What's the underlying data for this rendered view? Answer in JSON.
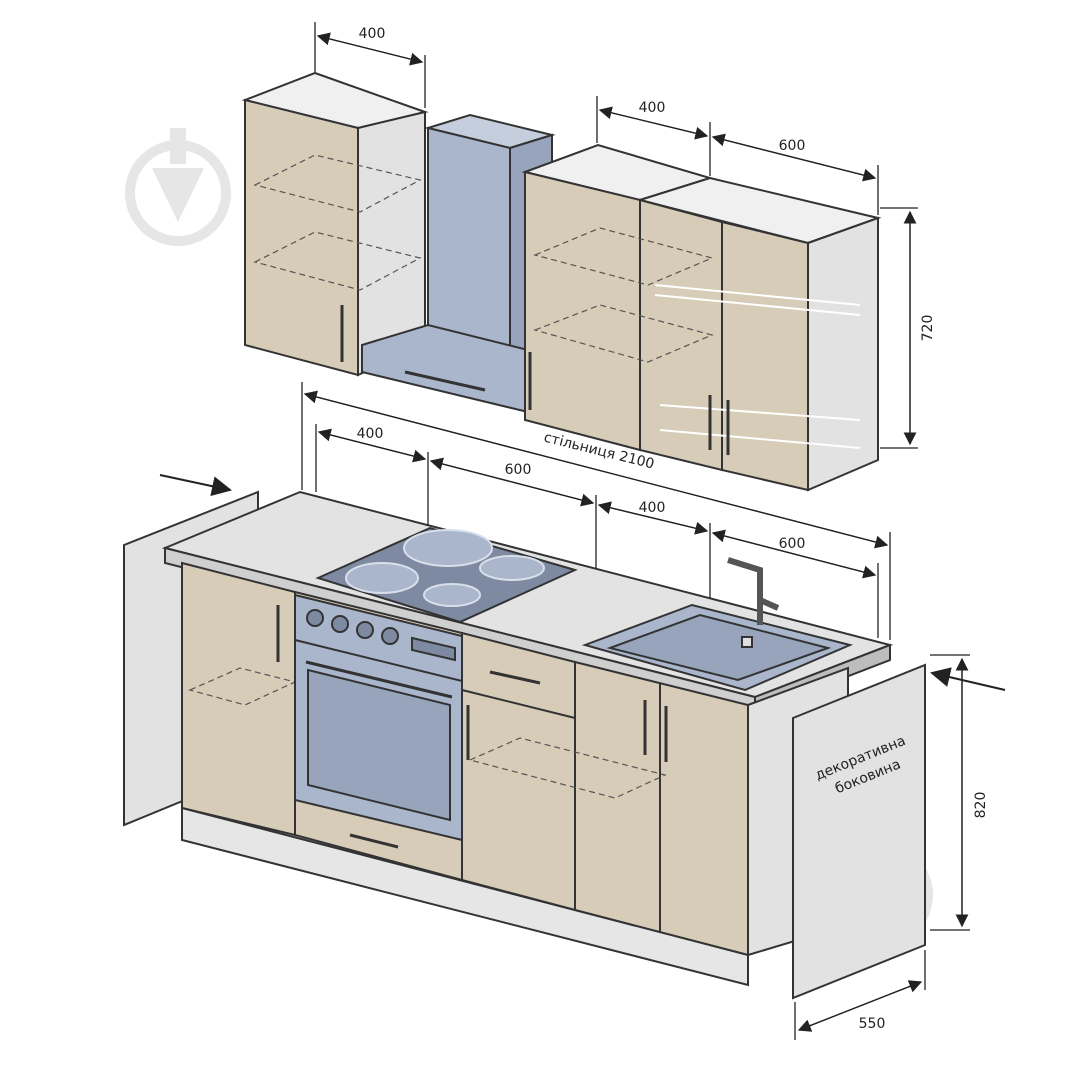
{
  "dimensions": {
    "wall_left_width": "400",
    "wall_right_small_width": "400",
    "wall_right_large_width": "600",
    "wall_height": "720",
    "countertop_total": "стільниця 2100",
    "base_seg_1": "400",
    "base_seg_2": "600",
    "base_seg_3": "400",
    "base_seg_4": "600",
    "base_height": "820",
    "base_depth": "550"
  },
  "labels": {
    "decorative_panel_line1": "декоративна",
    "decorative_panel_line2": "боковина"
  },
  "icons": {
    "watermark": "watermark-logo-icon",
    "arrow": "pointer-arrow-icon"
  },
  "colors": {
    "cabinet": "#d6ccb8",
    "cabinet_side": "#e2e2e2",
    "appliance": "#a9b6cc",
    "countertop": "#e3e3e3",
    "outline": "#333333"
  }
}
